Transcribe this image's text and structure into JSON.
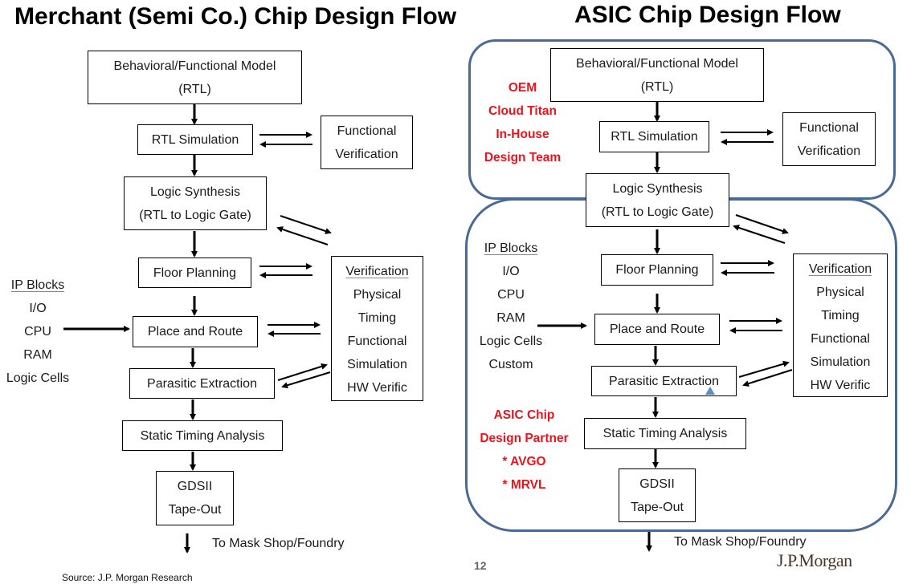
{
  "left": {
    "title": "Merchant (Semi Co.) Chip Design Flow",
    "behavioral": [
      "Behavioral/Functional Model",
      "(RTL)"
    ],
    "rtl_sim": "RTL Simulation",
    "func_verif": [
      "Functional",
      "Verification"
    ],
    "logic_synth": [
      "Logic Synthesis",
      "(RTL to Logic Gate)"
    ],
    "floor_planning": "Floor Planning",
    "place_route": "Place and Route",
    "parasitic": "Parasitic Extraction",
    "sta": "Static Timing Analysis",
    "gdsii": [
      "GDSII",
      "Tape-Out"
    ],
    "verification": {
      "heading": "Verification",
      "items": [
        "Physical",
        "Timing",
        "Functional",
        "Simulation",
        "HW Verific"
      ]
    },
    "ip_blocks": {
      "heading": "IP Blocks",
      "items": [
        "I/O",
        "CPU",
        "RAM",
        "Logic Cells"
      ]
    },
    "mask_shop": "To Mask Shop/Foundry",
    "source": "Source:  J.P. Morgan Research"
  },
  "right": {
    "title": "ASIC Chip Design Flow",
    "behavioral": [
      "Behavioral/Functional Model",
      "(RTL)"
    ],
    "rtl_sim": "RTL Simulation",
    "func_verif": [
      "Functional",
      "Verification"
    ],
    "logic_synth": [
      "Logic Synthesis",
      "(RTL to Logic Gate)"
    ],
    "floor_planning": "Floor Planning",
    "place_route": "Place and Route",
    "parasitic": "Parasitic Extraction",
    "sta": "Static Timing Analysis",
    "gdsii": [
      "GDSII",
      "Tape-Out"
    ],
    "verification": {
      "heading": "Verification",
      "items": [
        "Physical",
        "Timing",
        "Functional",
        "Simulation",
        "HW Verific"
      ]
    },
    "ip_blocks": {
      "heading": "IP Blocks",
      "items": [
        "I/O",
        "CPU",
        "RAM",
        "Logic Cells",
        "Custom"
      ]
    },
    "oem_team": [
      "OEM",
      "Cloud Titan",
      "In-House",
      "Design Team"
    ],
    "asic_partner": [
      "ASIC Chip",
      "Design Partner",
      "* AVGO",
      "* MRVL"
    ],
    "mask_shop": "To Mask Shop/Foundry"
  },
  "footer": {
    "page_number": "12",
    "logo": "J.P.Morgan"
  },
  "colors": {
    "accent_red": "#e8141e",
    "group_border": "#4a6a96"
  }
}
